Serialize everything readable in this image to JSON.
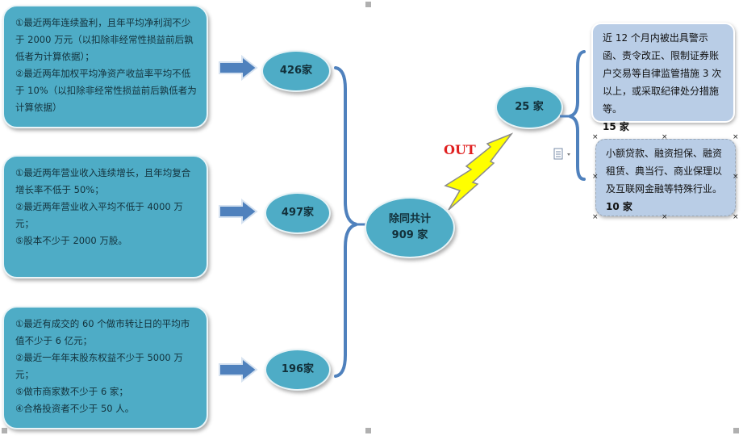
{
  "left_boxes": [
    {
      "lines": [
        "①最近两年连续盈利，且年平均净利润不少于 2000 万元（以扣除非经常性损益前后孰低者为计算依据）；",
        "②最近两年加权平均净资产收益率平均不低于 10%（以扣除非经常性损益前后孰低者为计算依据）"
      ]
    },
    {
      "lines": [
        "①最近两年营业收入连续增长，且年均复合增长率不低于 50%；",
        "②最近两年营业收入平均不低于 4000 万元；",
        "⑤股本不少于 2000 万股。"
      ]
    },
    {
      "lines": [
        "①最近有成交的 60 个做市转让日的平均市值不少于 6 亿元；",
        "②最近一年年末股东权益不少于 5000 万元；",
        "⑤做市商家数不少于 6 家；",
        "④合格投资者不少于 50 人。"
      ]
    }
  ],
  "counts": [
    "426家",
    "497家",
    "196家"
  ],
  "center": {
    "line1": "除同共计",
    "line2": "909 家"
  },
  "out_label": "OUT",
  "excluded": "25 家",
  "right_boxes": [
    {
      "text": "近 12 个月内被出具警示函、责令改正、限制证券账户交易等自律监管措施 3 次以上，或采取纪律处分措施等。",
      "count": "15 家"
    },
    {
      "text": "小额贷款、融资担保、融资租赁、典当行、商业保理以及互联网金融等特殊行业。",
      "count": "10 家"
    }
  ],
  "colors": {
    "box_fill": "#4eacc6",
    "arrow_fill": "#4f81bd",
    "brace": "#4f81bd",
    "bolt_fill": "#ffff00",
    "out_text": "#e02020",
    "side_fill": "#b9cde6"
  },
  "icons": [
    "right-arrow-icon",
    "lightning-bolt-icon",
    "paste-options-icon"
  ]
}
